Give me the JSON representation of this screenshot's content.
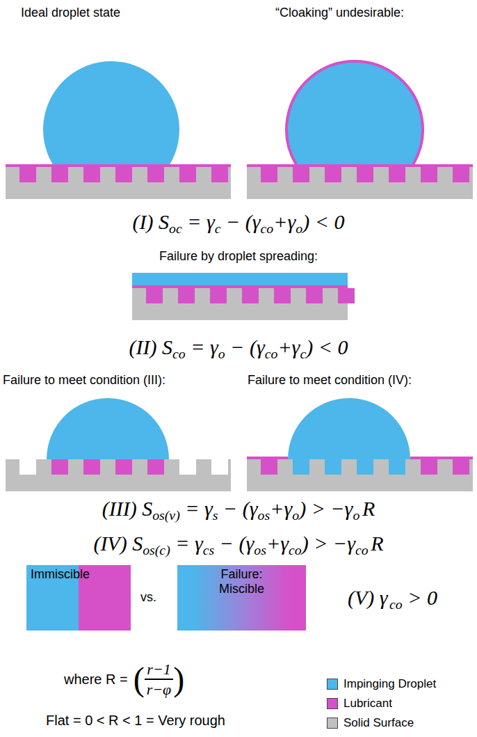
{
  "diagram": {
    "nodes": [
      {
        "text": [
          "Immiscible"
        ]
      },
      {
        "text": [
          "Failure: Miscible"
        ]
      }
    ],
    "labels": [
      "Ideal droplet state",
      "“Cloaking” undesirable:",
      "(I)",
      "S",
      "oc",
      "= γ",
      "c",
      "− (γ",
      "co",
      "+γ",
      "o",
      ") < 0",
      "Failure by droplet spreading:",
      "(II)",
      "S",
      "co",
      "= γ",
      "o",
      "− (γ",
      "co",
      "+γ",
      "c",
      ") < 0",
      "Failure to meet condition (III):",
      "Failure to meet condition (IV):",
      "(III)",
      "S",
      "os(v)",
      "= γ",
      "s",
      "− (γ",
      "os",
      "+γ",
      "o",
      ") > −γ",
      "o",
      "R",
      "(IV)",
      "S",
      "os(c)",
      "= γ",
      "cs",
      "− (γ",
      "os",
      "+γ",
      "co",
      ") > −γ",
      "co",
      "R",
      "vs.",
      "(V)",
      "γ",
      "co",
      "> 0",
      "where R =",
      "(",
      "r−1",
      "r−φ",
      ")",
      "Flat = 0 < R < 1 = Very rough"
    ],
    "legend": [
      {
        "text": "Impinging Droplet",
        "color": "#4db6ea"
      },
      {
        "text": "Lubricant",
        "color": "#d651c8"
      },
      {
        "text": "Solid Surface",
        "color": "#c0c0c0"
      }
    ]
  }
}
